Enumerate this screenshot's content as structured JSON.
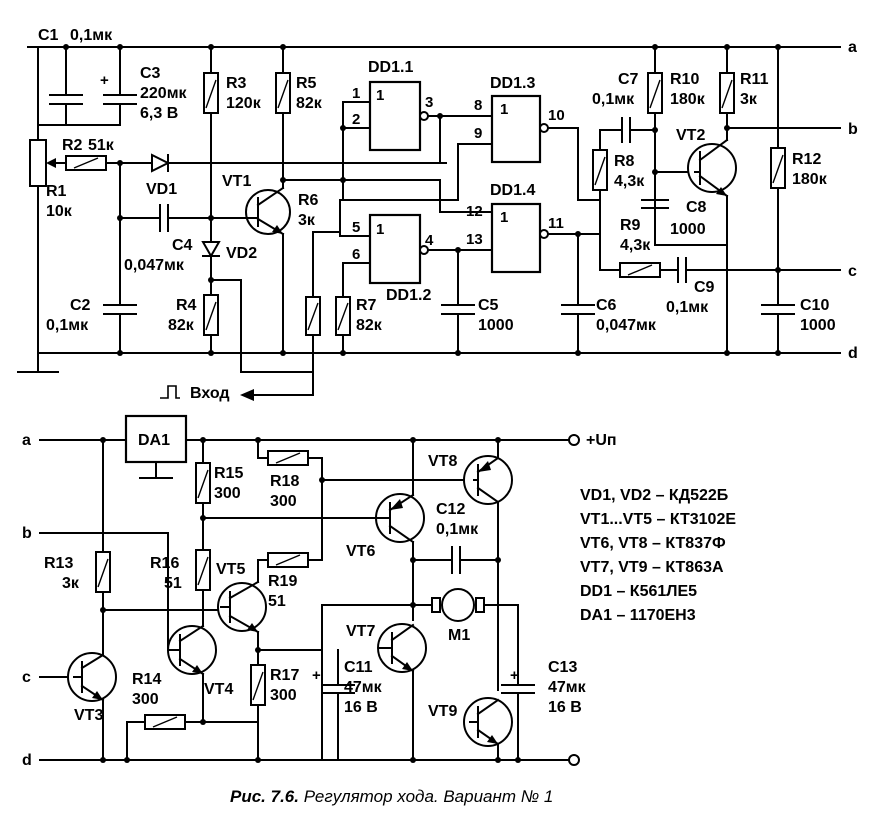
{
  "nodes": {
    "a_top": "a",
    "b_top": "b",
    "c_top": "c",
    "d_top": "d",
    "a_bot": "a",
    "b_bot": "b",
    "c_bot": "c",
    "d_bot": "d",
    "supply": "+Uп"
  },
  "top": {
    "C1": [
      "C1",
      "0,1мк"
    ],
    "C3": [
      "C3",
      "220мк",
      "6,3 В"
    ],
    "R3": [
      "R3",
      "120к"
    ],
    "R5": [
      "R5",
      "82к"
    ],
    "DD11": "DD1.1",
    "DD13": "DD1.3",
    "DD14": "DD1.4",
    "DD12": "DD1.2",
    "R2": [
      "R2",
      "51к"
    ],
    "R1": [
      "R1",
      "10к"
    ],
    "VD1": "VD1",
    "VT1": "VT1",
    "R6": [
      "R6",
      "3к"
    ],
    "C4": [
      "C4",
      "0,047мк"
    ],
    "VD2": "VD2",
    "C2": [
      "C2",
      "0,1мк"
    ],
    "R4": [
      "R4",
      "82к"
    ],
    "R7": [
      "R7",
      "82к"
    ],
    "C5": [
      "C5",
      "1000"
    ],
    "C6": [
      "C6",
      "0,047мк"
    ],
    "C7": [
      "C7",
      "0,1мк"
    ],
    "R10": [
      "R10",
      "180к"
    ],
    "R11": [
      "R11",
      "3к"
    ],
    "R8": [
      "R8",
      "4,3к"
    ],
    "C8": [
      "C8",
      "1000"
    ],
    "VT2": "VT2",
    "R9": [
      "R9",
      "4,3к"
    ],
    "C9": [
      "C9",
      "0,1мк"
    ],
    "R12": [
      "R12",
      "180к"
    ],
    "C10": [
      "C10",
      "1000"
    ],
    "input": "Вход",
    "pins": [
      "1",
      "2",
      "3",
      "8",
      "9",
      "10",
      "5",
      "6",
      "4",
      "12",
      "13",
      "11"
    ],
    "gate_sym": [
      "1",
      "1",
      "1",
      "1"
    ]
  },
  "bottom": {
    "DA1": "DA1",
    "R15": [
      "R15",
      "300"
    ],
    "R18": [
      "R18",
      "300"
    ],
    "VT8": "VT8",
    "VT6": "VT6",
    "C12": [
      "C12",
      "0,1мк"
    ],
    "R13": [
      "R13",
      "3к"
    ],
    "R16": [
      "R16",
      "51"
    ],
    "VT5": "VT5",
    "R19": [
      "R19",
      "51"
    ],
    "VT7": "VT7",
    "M1": "M1",
    "VT3": "VT3",
    "R14": [
      "R14",
      "300"
    ],
    "VT4": "VT4",
    "R17": [
      "R17",
      "300"
    ],
    "C11": [
      "C11",
      "47мк",
      "16 В"
    ],
    "VT9": "VT9",
    "C13": [
      "C13",
      "47мк",
      "16 В"
    ]
  },
  "parts_list": [
    "VD1, VD2 – КД522Б",
    "VT1...VT5 – КТ3102Е",
    "VT6, VT8 – КТ837Ф",
    "VT7, VT9 – КТ863А",
    "DD1 – К561ЛЕ5",
    "DA1 – 1170ЕН3"
  ],
  "caption": {
    "num": "Рис. 7.6.",
    "text": "Регулятор хода. Вариант № 1"
  }
}
